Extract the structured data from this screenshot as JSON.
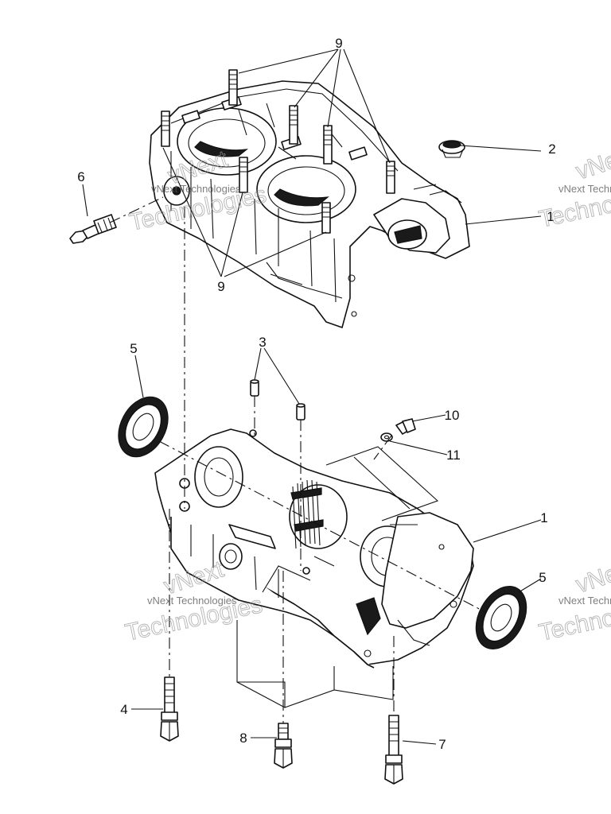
{
  "diagram": {
    "callouts": {
      "c1_upper": "1",
      "c1_lower": "1",
      "c2": "2",
      "c3": "3",
      "c4": "4",
      "c5_left": "5",
      "c5_right": "5",
      "c6": "6",
      "c7": "7",
      "c8": "8",
      "c9_top": "9",
      "c9_bottom": "9",
      "c10": "10",
      "c11": "11"
    },
    "watermark": {
      "line1": "vNext Technologies",
      "big1": "vNext",
      "big2": "Technologies"
    }
  }
}
